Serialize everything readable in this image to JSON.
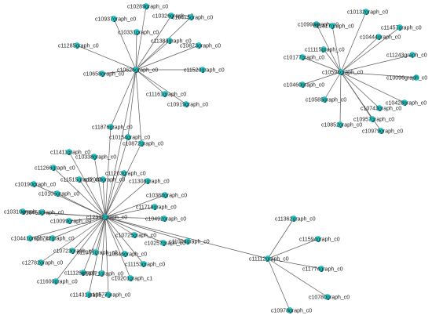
{
  "graph": {
    "node_color": "#17d3d3",
    "edge_color": "#5a5a5a",
    "label_color": "#1a1a1a",
    "nodes": [
      {
        "id": "h1",
        "label": "c10626graph_c0"
      },
      {
        "id": "h2",
        "label": "c10594graph_c0"
      },
      {
        "id": "h3",
        "label": "c12312graph_c0"
      },
      {
        "id": "h4",
        "label": "c11112graph_c0"
      },
      {
        "id": "n1",
        "label": "c10289graph_c0"
      },
      {
        "id": "n2",
        "label": "c10326graph_c0"
      },
      {
        "id": "n3",
        "label": "c10475graph_c0"
      },
      {
        "id": "n4",
        "label": "c10937graph_c0"
      },
      {
        "id": "n5",
        "label": "c10331graph_c0"
      },
      {
        "id": "n6",
        "label": "c11383graph_c0"
      },
      {
        "id": "n7",
        "label": "c10873graph_c0"
      },
      {
        "id": "n8",
        "label": "c11285graph_c0"
      },
      {
        "id": "n9",
        "label": "c10658graph_c0"
      },
      {
        "id": "n10",
        "label": "c11520graph_c0"
      },
      {
        "id": "n11",
        "label": "c11161graph_c0"
      },
      {
        "id": "n12",
        "label": "c10919graph_c0"
      },
      {
        "id": "n13",
        "label": "c11876graph_c0"
      },
      {
        "id": "n14",
        "label": "c10154graph_c0"
      },
      {
        "id": "n15",
        "label": "c10872graph_c0"
      },
      {
        "id": "m1",
        "label": "c10998graph_c0"
      },
      {
        "id": "m2",
        "label": "c11417graph_c0"
      },
      {
        "id": "m3",
        "label": "c10132graph_c0"
      },
      {
        "id": "m4",
        "label": "c11457graph_c0"
      },
      {
        "id": "m5",
        "label": "c10444graph_c0"
      },
      {
        "id": "m6",
        "label": "c11115graph_c0"
      },
      {
        "id": "m7",
        "label": "c10177graph_c0"
      },
      {
        "id": "m8",
        "label": "c11243graph_c0"
      },
      {
        "id": "m9",
        "label": "c10460graph_c0"
      },
      {
        "id": "m10",
        "label": "c10096graph_c0"
      },
      {
        "id": "m11",
        "label": "c10585graph_c0"
      },
      {
        "id": "m12",
        "label": "c10428graph_c0"
      },
      {
        "id": "m13",
        "label": "c10743graph_c0"
      },
      {
        "id": "m14",
        "label": "c10957graph_c0"
      },
      {
        "id": "m15",
        "label": "c10852graph_c0"
      },
      {
        "id": "m16",
        "label": "c10979graph_c0"
      },
      {
        "id": "p1",
        "label": "c11411graph_c0"
      },
      {
        "id": "p2",
        "label": "c10338graph_c0"
      },
      {
        "id": "p3",
        "label": "c11266graph_c0"
      },
      {
        "id": "p4",
        "label": "c11515graph_c0"
      },
      {
        "id": "p5",
        "label": "c12088graph_c0"
      },
      {
        "id": "p6",
        "label": "c11203graph_c0"
      },
      {
        "id": "p7",
        "label": "c10190graph_c0"
      },
      {
        "id": "p8",
        "label": "c11308graph_c0"
      },
      {
        "id": "p9",
        "label": "c10105graph_c0"
      },
      {
        "id": "p10",
        "label": "c10388graph_c0"
      },
      {
        "id": "p11",
        "label": "c10310graph_c0"
      },
      {
        "id": "p12",
        "label": "c10453graph_c0"
      },
      {
        "id": "p13",
        "label": "c11718graph_c0"
      },
      {
        "id": "p14",
        "label": "c10099graph_c0"
      },
      {
        "id": "p15",
        "label": "c10492graph_c0"
      },
      {
        "id": "p16",
        "label": "c10441graph_c0"
      },
      {
        "id": "p17",
        "label": "c11702graph_c0"
      },
      {
        "id": "p18",
        "label": "c10725graph_c0"
      },
      {
        "id": "p19",
        "label": "c10257graph_c0"
      },
      {
        "id": "p20",
        "label": "c11004graph_c0"
      },
      {
        "id": "p21",
        "label": "c10723graph_c0"
      },
      {
        "id": "p22",
        "label": "c11951graph_c0"
      },
      {
        "id": "p23",
        "label": "c10846graph_c0"
      },
      {
        "id": "p24",
        "label": "c11153graph_c0"
      },
      {
        "id": "p25",
        "label": "c12782graph_c0"
      },
      {
        "id": "p26",
        "label": "c11126graph_c0"
      },
      {
        "id": "p27",
        "label": "c10371graph_c0"
      },
      {
        "id": "p28",
        "label": "c10201graph_c1"
      },
      {
        "id": "p29",
        "label": "c11600graph_c0"
      },
      {
        "id": "p30",
        "label": "c11431graph_c0"
      },
      {
        "id": "p31",
        "label": "c10577graph_c0"
      },
      {
        "id": "q1",
        "label": "c11362graph_c0"
      },
      {
        "id": "q2",
        "label": "c11594graph_c0"
      },
      {
        "id": "q3",
        "label": "c11774graph_c0"
      },
      {
        "id": "q4",
        "label": "c10780graph_c0"
      },
      {
        "id": "q5",
        "label": "c10978graph_c0"
      }
    ],
    "edges": [
      [
        "h1",
        "n1"
      ],
      [
        "h1",
        "n2"
      ],
      [
        "h1",
        "n3"
      ],
      [
        "h1",
        "n4"
      ],
      [
        "h1",
        "n5"
      ],
      [
        "h1",
        "n6"
      ],
      [
        "h1",
        "n7"
      ],
      [
        "h1",
        "n8"
      ],
      [
        "h1",
        "n9"
      ],
      [
        "h1",
        "n10"
      ],
      [
        "h1",
        "n11"
      ],
      [
        "h1",
        "n12"
      ],
      [
        "h1",
        "h3"
      ],
      [
        "h1",
        "n13"
      ],
      [
        "h1",
        "n14"
      ],
      [
        "h1",
        "n15"
      ],
      [
        "h2",
        "m1"
      ],
      [
        "h2",
        "m2"
      ],
      [
        "h2",
        "m3"
      ],
      [
        "h2",
        "m4"
      ],
      [
        "h2",
        "m5"
      ],
      [
        "h2",
        "m6"
      ],
      [
        "h2",
        "m7"
      ],
      [
        "h2",
        "m8"
      ],
      [
        "h2",
        "m9"
      ],
      [
        "h2",
        "m10"
      ],
      [
        "h2",
        "m11"
      ],
      [
        "h2",
        "m12"
      ],
      [
        "h2",
        "m13"
      ],
      [
        "h2",
        "m14"
      ],
      [
        "h2",
        "m15"
      ],
      [
        "h2",
        "m16"
      ],
      [
        "h3",
        "p1"
      ],
      [
        "h3",
        "p2"
      ],
      [
        "h3",
        "p3"
      ],
      [
        "h3",
        "p4"
      ],
      [
        "h3",
        "p5"
      ],
      [
        "h3",
        "p6"
      ],
      [
        "h3",
        "p7"
      ],
      [
        "h3",
        "p8"
      ],
      [
        "h3",
        "p9"
      ],
      [
        "h3",
        "p10"
      ],
      [
        "h3",
        "p11"
      ],
      [
        "h3",
        "p12"
      ],
      [
        "h3",
        "p13"
      ],
      [
        "h3",
        "p14"
      ],
      [
        "h3",
        "p15"
      ],
      [
        "h3",
        "p16"
      ],
      [
        "h3",
        "p17"
      ],
      [
        "h3",
        "p18"
      ],
      [
        "h3",
        "p19"
      ],
      [
        "h3",
        "p20"
      ],
      [
        "h3",
        "p21"
      ],
      [
        "h3",
        "p22"
      ],
      [
        "h3",
        "p23"
      ],
      [
        "h3",
        "p24"
      ],
      [
        "h3",
        "p25"
      ],
      [
        "h3",
        "p26"
      ],
      [
        "h3",
        "p27"
      ],
      [
        "h3",
        "p28"
      ],
      [
        "h3",
        "p29"
      ],
      [
        "h3",
        "p30"
      ],
      [
        "h3",
        "p31"
      ],
      [
        "h3",
        "n13"
      ],
      [
        "h3",
        "n14"
      ],
      [
        "h3",
        "n15"
      ],
      [
        "h3",
        "h4"
      ],
      [
        "h4",
        "q1"
      ],
      [
        "h4",
        "q2"
      ],
      [
        "h4",
        "q3"
      ],
      [
        "h4",
        "q4"
      ],
      [
        "h4",
        "q5"
      ]
    ]
  }
}
